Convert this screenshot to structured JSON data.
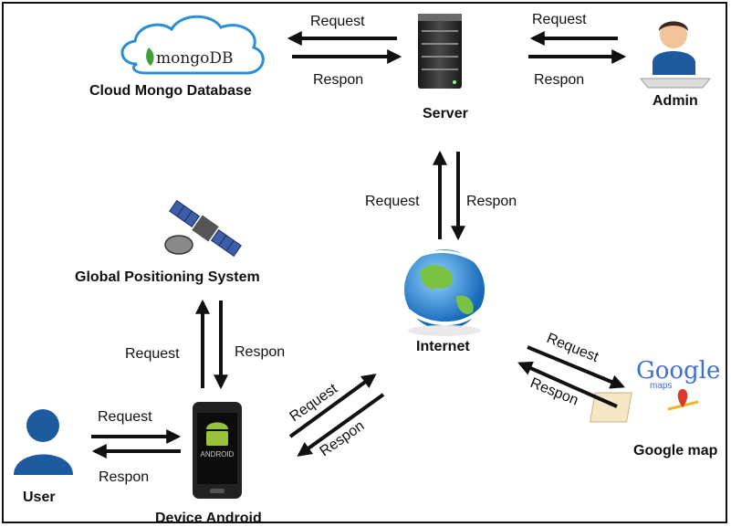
{
  "nodes": {
    "mongo": {
      "title": "Cloud Mongo Database",
      "logo_text": "mongoDB"
    },
    "server": {
      "title": "Server"
    },
    "admin": {
      "title": "Admin"
    },
    "gps": {
      "title": "Global Positioning System"
    },
    "internet": {
      "title": "Internet"
    },
    "device": {
      "title": "Device Android",
      "screen_text": "ANDROID"
    },
    "user": {
      "title": "User"
    },
    "google": {
      "title": "Google map",
      "logo_text": "Google",
      "logo_sub": "maps"
    }
  },
  "edges": {
    "mongo_server": {
      "request": "Request",
      "response": "Respon"
    },
    "server_admin": {
      "request": "Request",
      "response": "Respon"
    },
    "server_internet": {
      "request": "Request",
      "response": "Respon"
    },
    "gps_device": {
      "request": "Request",
      "response": "Respon"
    },
    "user_device": {
      "request": "Request",
      "response": "Respon"
    },
    "device_internet": {
      "request": "Request",
      "response": "Respon"
    },
    "internet_google": {
      "request": "Request",
      "response": "Respon"
    }
  },
  "colors": {
    "border": "#111111",
    "arrow": "#111111",
    "person": "#1e5a9e",
    "globe_sea": "#1f8fd6",
    "globe_land": "#7cc242",
    "mongo_leaf": "#3fa037",
    "google_blue": "#3b6fd8",
    "google_red": "#d83b2b",
    "google_yellow": "#f2b51c",
    "google_green": "#2f9e44"
  }
}
